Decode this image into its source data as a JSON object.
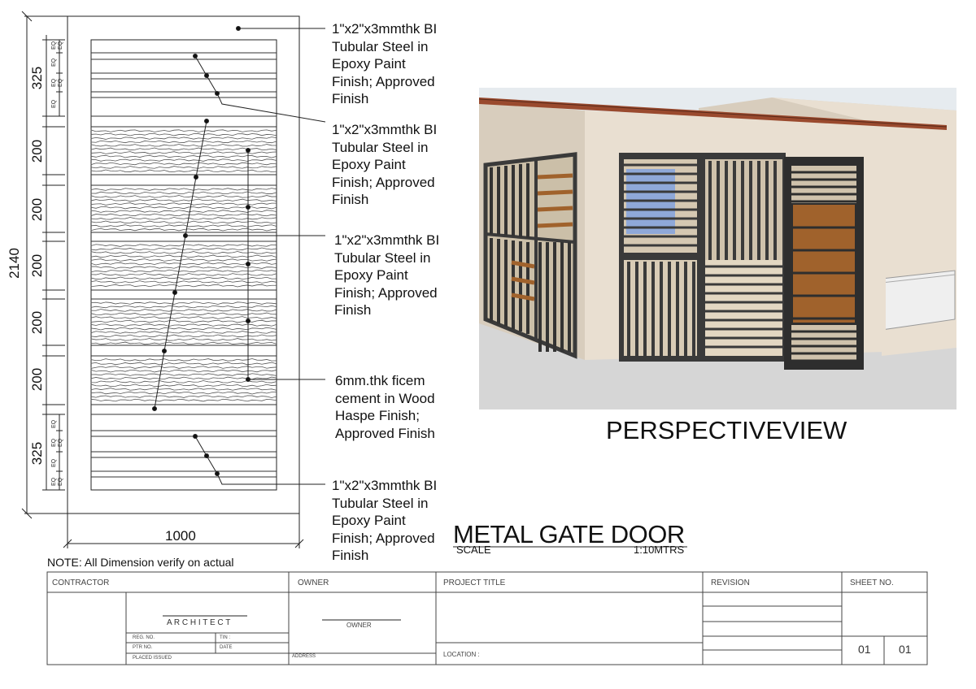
{
  "elevation": {
    "dim_total_height": "2140",
    "dim_width": "1000",
    "dim_segments": [
      "325",
      "200",
      "200",
      "200",
      "200",
      "200",
      "325"
    ],
    "eq_label": "EQ",
    "notes": [
      "1\"x2\"x3mmthk BI\nTubular Steel in\nEpoxy Paint\nFinish; Approved\nFinish",
      "1\"x2\"x3mmthk BI\nTubular Steel in\nEpoxy Paint\nFinish; Approved\nFinish",
      "1\"x2\"x3mmthk BI\nTubular Steel in\nEpoxy Paint\nFinish; Approved\nFinish",
      "6mm.thk ficem\ncement in Wood\nHaspe Finish;\nApproved Finish",
      "1\"x2\"x3mmthk BI\nTubular Steel in\nEpoxy Paint\nFinish; Approved\nFinish"
    ],
    "general_note": "NOTE: All Dimension verify on actual"
  },
  "perspective": {
    "caption": "PERSPECTIVEVIEW"
  },
  "drawing_title": {
    "title": "METAL GATE DOOR",
    "scale_label": "SCALE",
    "scale_value": "1:10MTRS"
  },
  "title_block": {
    "contractor": "CONTRACTOR",
    "owner": "OWNER",
    "project_title": "PROJECT TITLE",
    "revision": "REVISION",
    "sheet_no": "SHEET NO.",
    "architect": "A R C H I T E C T",
    "reg_no": "REG. NO.",
    "tin": "TIN :",
    "ptr_no": "PTR NO.",
    "date": "DATE",
    "placed_issued": "PLACED ISSUED",
    "owner_sign": "OWNER",
    "address": "ADDRESS",
    "location": "LOCATION :",
    "sheet_current": "01",
    "sheet_total": "01"
  },
  "colors": {
    "line": "#222222",
    "wall_front": "#e9dfd1",
    "wall_side": "#d8cdbd",
    "roof": "#9a4a2e",
    "frame": "#3a3a3a",
    "wood": "#a0622c",
    "glass": "#8fa8d8",
    "ground": "#d6d6d6",
    "sky": "#e6ebef"
  }
}
